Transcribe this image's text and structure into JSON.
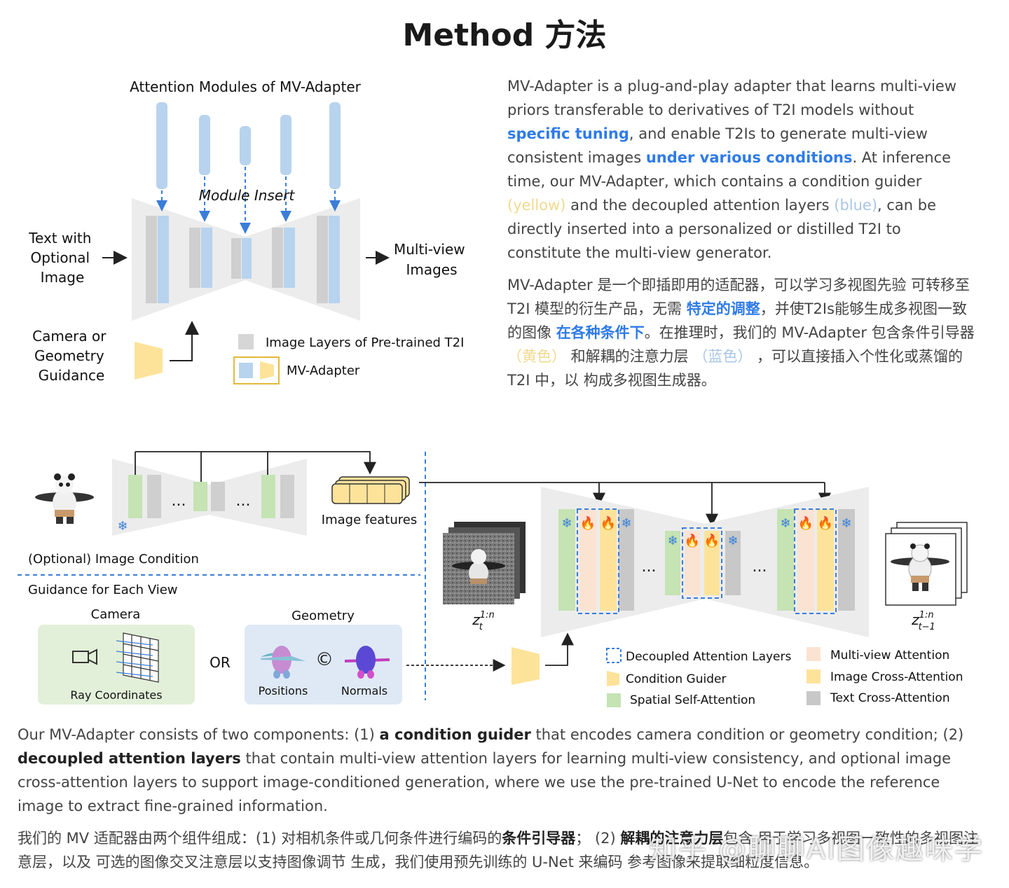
{
  "title": "Method 方法",
  "fig1": {
    "header": "Attention Modules of MV-Adapter",
    "module_insert": "Module Insert",
    "input_text": [
      "Text with",
      "Optional",
      "Image"
    ],
    "camera_text": [
      "Camera or",
      "Geometry",
      "Guidance"
    ],
    "output_text": [
      "Multi-view",
      "Images"
    ],
    "legend_pretrained": "Image Layers of Pre-trained T2I",
    "legend_adapter": "MV-Adapter"
  },
  "desc_en": {
    "s1": "MV-Adapter is a plug-and-play adapter that learns multi-view priors transferable to derivatives of T2I models without ",
    "h1": "specific tuning",
    "s2": ", and enable T2Is to generate multi-view consistent images ",
    "h2": "under various conditions",
    "s3": ". At inference time, our MV-Adapter, which contains a condition guider ",
    "h3": "(yellow)",
    "s4": " and the decoupled attention layers ",
    "h4": "(blue)",
    "s5": ", can be directly inserted into a personalized or distilled T2I to constitute the multi-view generator."
  },
  "desc_zh": {
    "s1": "MV-Adapter 是一个即插即用的适配器，可以学习多视图先验 可转移至 T2I 模型的衍生产品，无需 ",
    "h1": "特定的调整",
    "s2": "，并使T2Is能够生成多视图一致的图像 ",
    "h2": "在各种条件下",
    "s3": "。在推理时，我们的 MV-Adapter 包含条件引导器 ",
    "h3": "（黄色）",
    "s4": " 和解耦的注意力层 ",
    "h4": "（蓝色）",
    "s5": " ，可以直接插入个性化或蒸馏的 T2I 中，以 构成多视图生成器。"
  },
  "fig2": {
    "image_features": "Image features",
    "optional_condition": "(Optional) Image Condition",
    "guidance_each_view": "Guidance for Each View",
    "camera": "Camera",
    "ray_coordinates": "Ray Coordinates",
    "or": "OR",
    "geometry": "Geometry",
    "positions": "Positions",
    "normals": "Normals",
    "dots": "...",
    "legend": {
      "decoupled": "Decoupled Attention Layers",
      "condition_guider": "Condition Guider",
      "spatial": "Spatial Self-Attention",
      "multiview": "Multi-view Attention",
      "image_cross": "Image Cross-Attention",
      "text_cross": "Text Cross-Attention"
    },
    "colors": {
      "spatial": "#c5e3b3",
      "multiview": "#fbe3d2",
      "image_cross": "#fde39a",
      "text_cross": "#c8c8c8",
      "adapter_blue": "#b7d3ee",
      "guider": "#fde39a"
    }
  },
  "summary_en": {
    "s1": "Our MV-Adapter consists of two components: (1) ",
    "b1": "a condition guider",
    "s2": " that encodes camera condition or geometry condition; (2) ",
    "b2": "decoupled attention layers",
    "s3": " that contain multi-view attention layers for learning multi-view consistency, and optional image cross-attention layers to support image-conditioned generation, where we use the pre-trained U-Net to encode the reference image to extract fine-grained information."
  },
  "summary_zh": {
    "s1": "我们的 MV 适配器由两个组件组成：(1) 对相机条件或几何条件进行编码的",
    "b1": "条件引导器",
    "s2": "；  (2) ",
    "b2": "解耦的注意力层",
    "s3": "包含 用于学习多视图一致性的多视图注意层，以及 可选的图像交叉注意层以支持图像调节 生成，我们使用预先训练的 U-Net 来编码 参考图像来提取细粒度信息。"
  },
  "watermark": "知乎 @聊聊AI图像趣味学"
}
